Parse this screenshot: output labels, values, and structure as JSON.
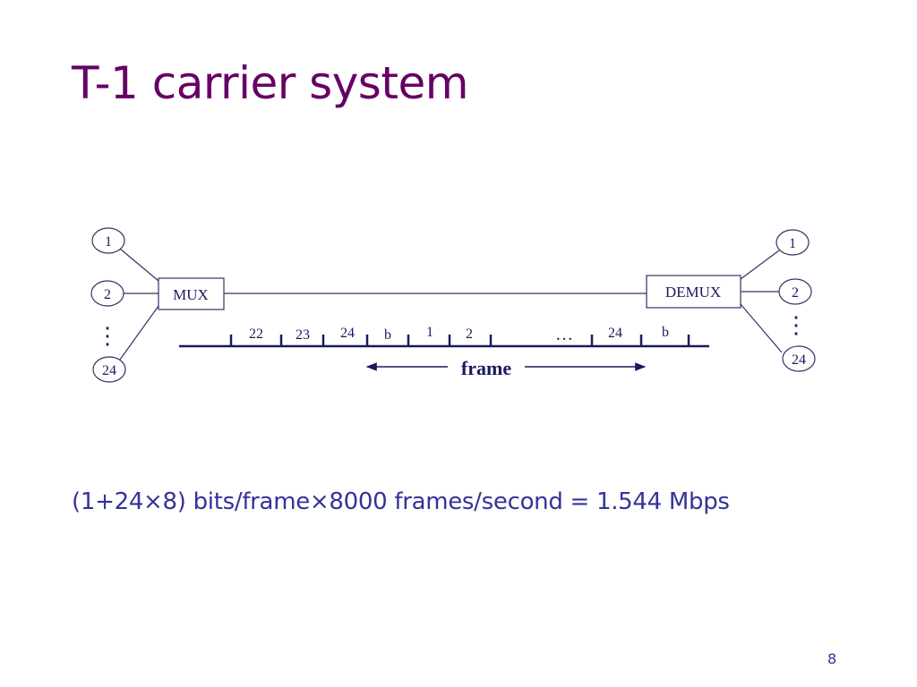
{
  "slide": {
    "title": "T-1 carrier system",
    "formula": "(1+24×8) bits/frame×8000 frames/second = 1.544 Mbps",
    "page_number": "8"
  },
  "diagram": {
    "mux_label": "MUX",
    "demux_label": "DEMUX",
    "input_nodes": [
      "1",
      "2",
      "24"
    ],
    "output_nodes": [
      "1",
      "2",
      "24"
    ],
    "ellipsis_vertical": "⋮",
    "slots": [
      "22",
      "23",
      "24",
      "b",
      "1",
      "2",
      "…",
      "24",
      "b"
    ],
    "frame_label": "frame"
  },
  "colors": {
    "title": "#660066",
    "text": "#333399",
    "diagram_ink": "#1a1a5e"
  }
}
